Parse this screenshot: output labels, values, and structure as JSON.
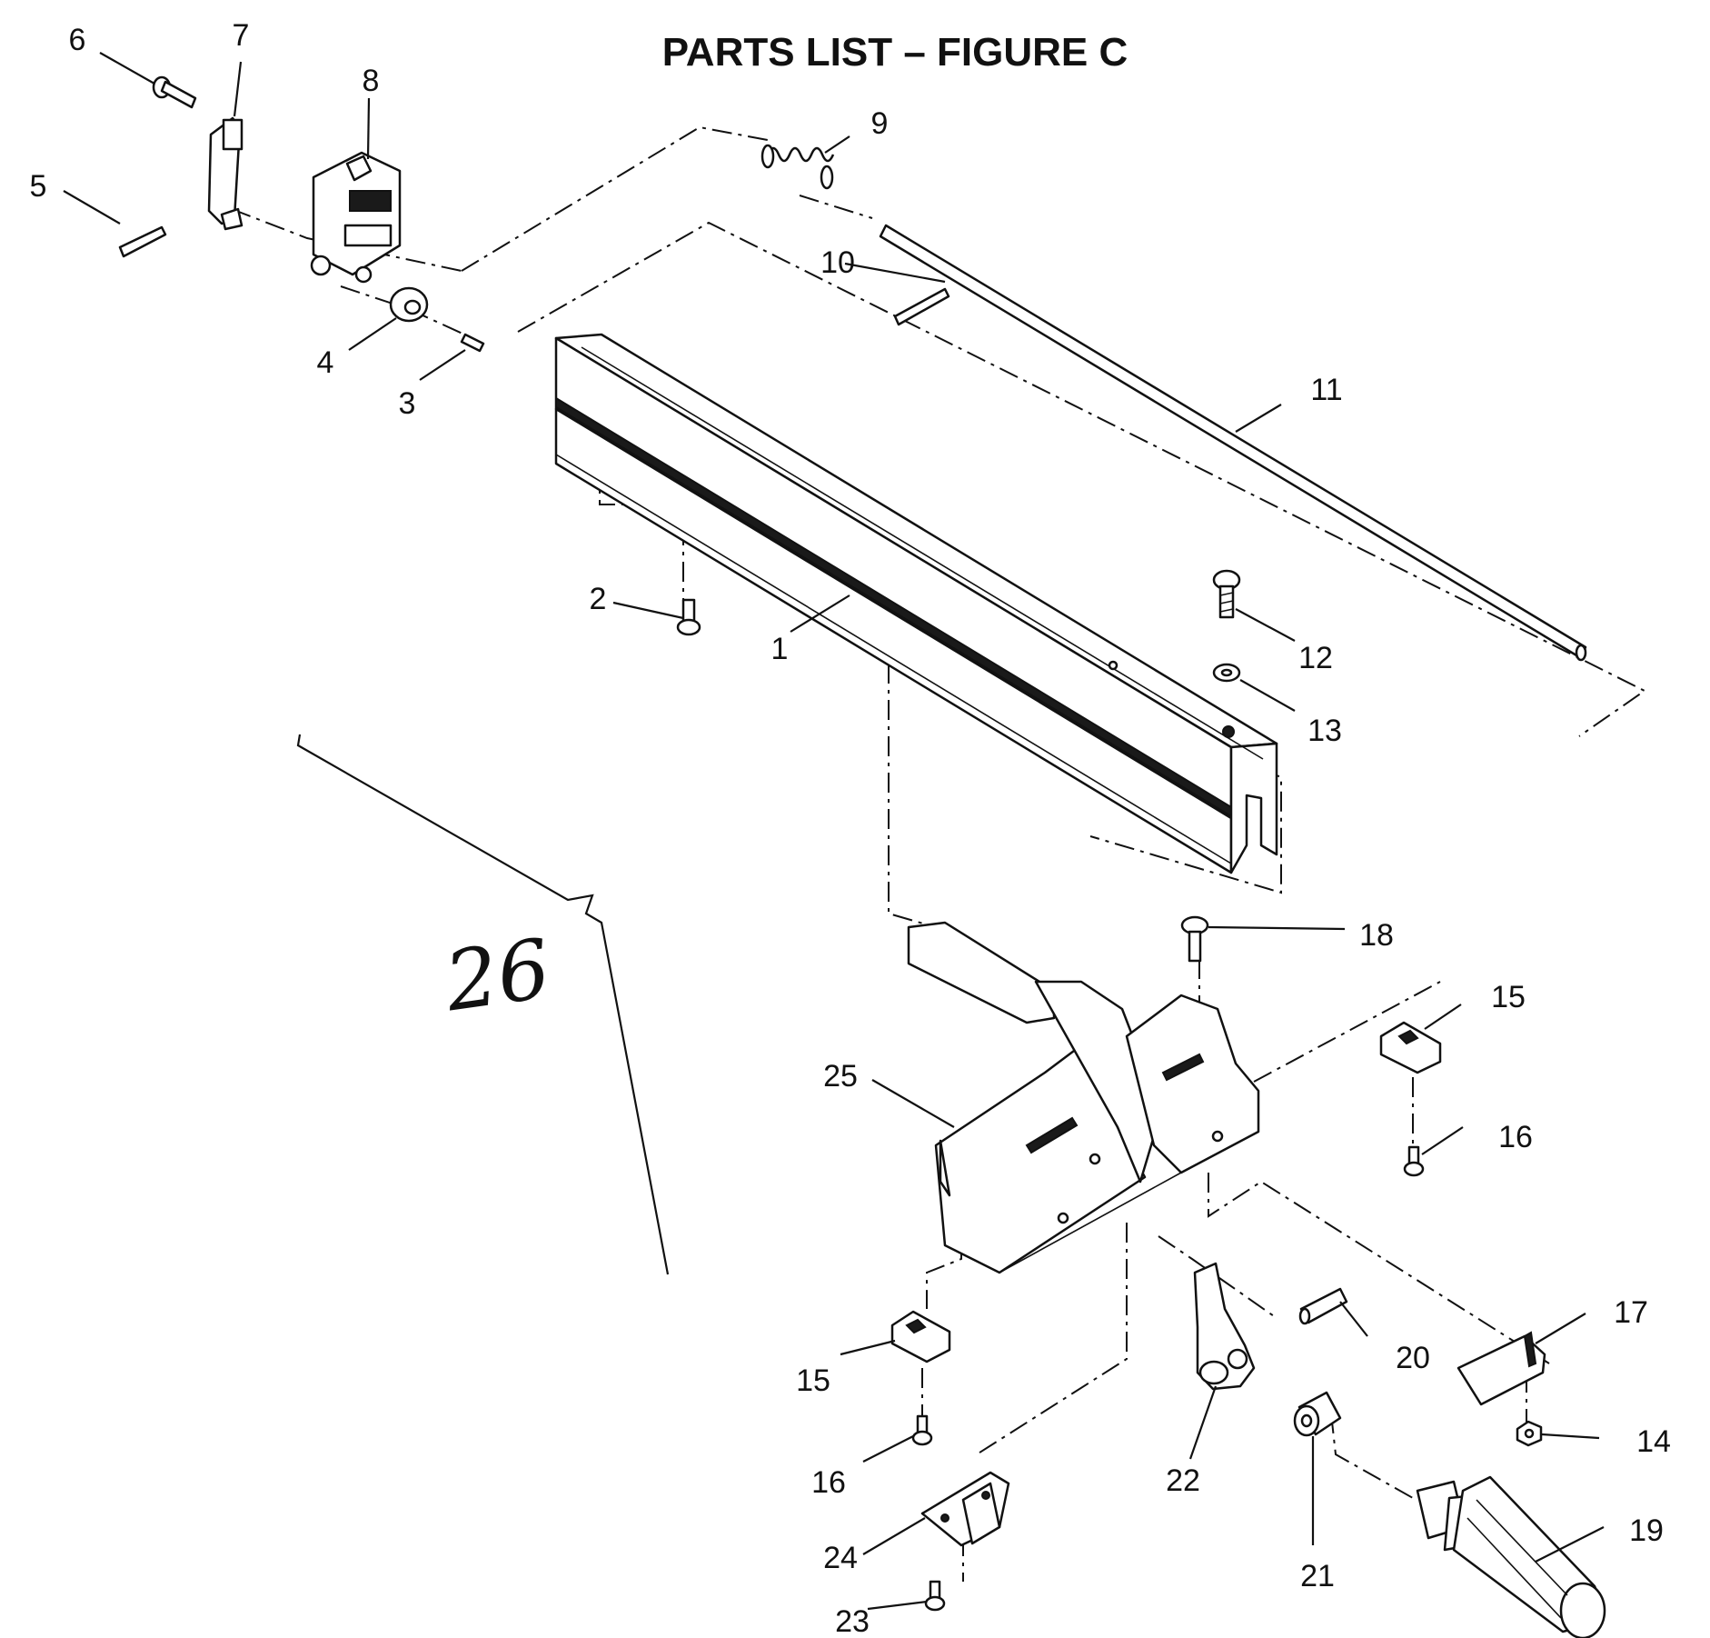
{
  "title": "PARTS LIST – FIGURE C",
  "handwritten_note": "26",
  "callouts": {
    "c1": "1",
    "c2": "2",
    "c3": "3",
    "c4": "4",
    "c5": "5",
    "c6": "6",
    "c7": "7",
    "c8": "8",
    "c9": "9",
    "c10": "10",
    "c11": "11",
    "c12": "12",
    "c13": "13",
    "c14": "14",
    "c15a": "15",
    "c15b": "15",
    "c16a": "16",
    "c16b": "16",
    "c17": "17",
    "c18": "18",
    "c19": "19",
    "c20": "20",
    "c21": "21",
    "c22": "22",
    "c23": "23",
    "c24": "24",
    "c25": "25"
  }
}
